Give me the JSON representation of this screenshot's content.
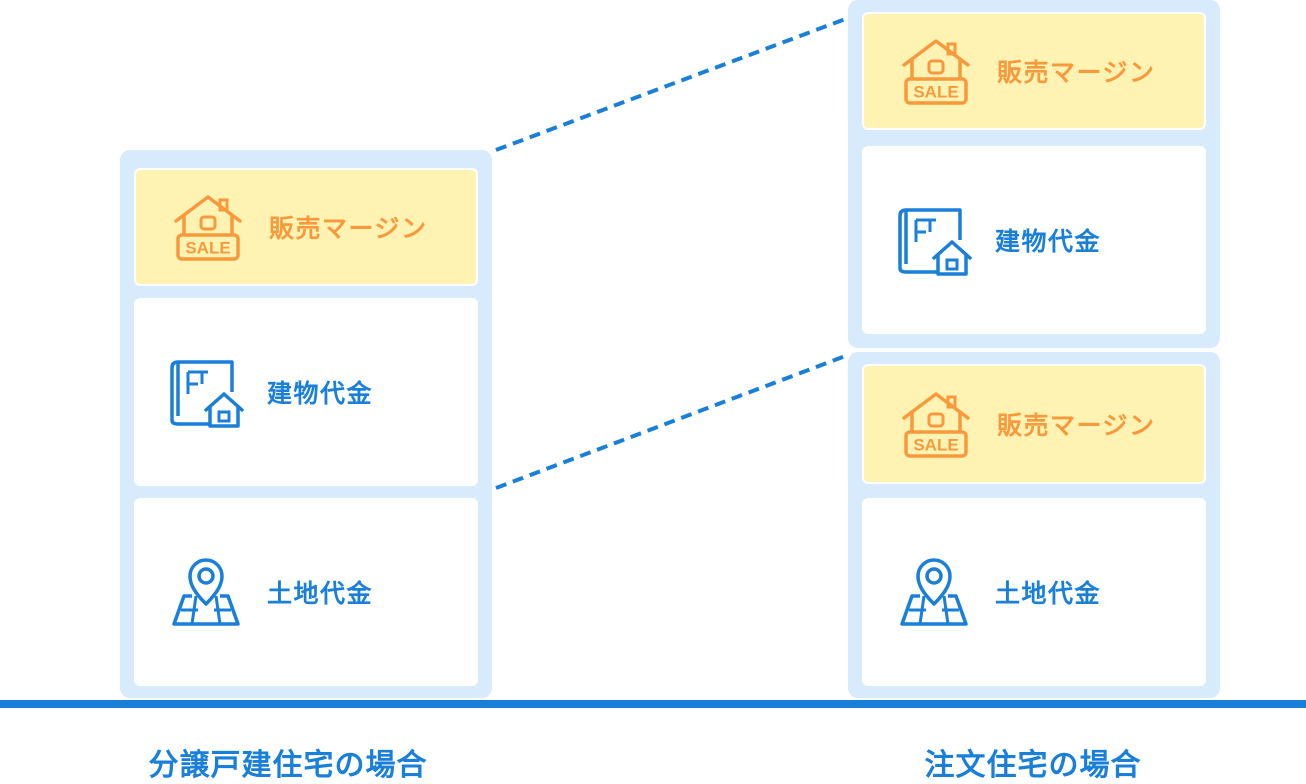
{
  "left_stack": {
    "caption": "分譲戸建住宅の場合",
    "items": [
      {
        "label": "販売マージン",
        "icon": "sale-house-icon"
      },
      {
        "label": "建物代金",
        "icon": "blueprint-house-icon"
      },
      {
        "label": "土地代金",
        "icon": "map-pin-icon"
      }
    ]
  },
  "right_stack": {
    "caption": "注文住宅の場合",
    "upper_group": [
      {
        "label": "販売マージン",
        "icon": "sale-house-icon"
      },
      {
        "label": "建物代金",
        "icon": "blueprint-house-icon"
      }
    ],
    "lower_group": [
      {
        "label": "販売マージン",
        "icon": "sale-house-icon"
      },
      {
        "label": "土地代金",
        "icon": "map-pin-icon"
      }
    ]
  },
  "colors": {
    "accent_blue": "#1a7fd8",
    "margin_orange": "#f89a3c",
    "margin_bg": "#fff3b3",
    "frame_bg": "#d7ebfc"
  }
}
